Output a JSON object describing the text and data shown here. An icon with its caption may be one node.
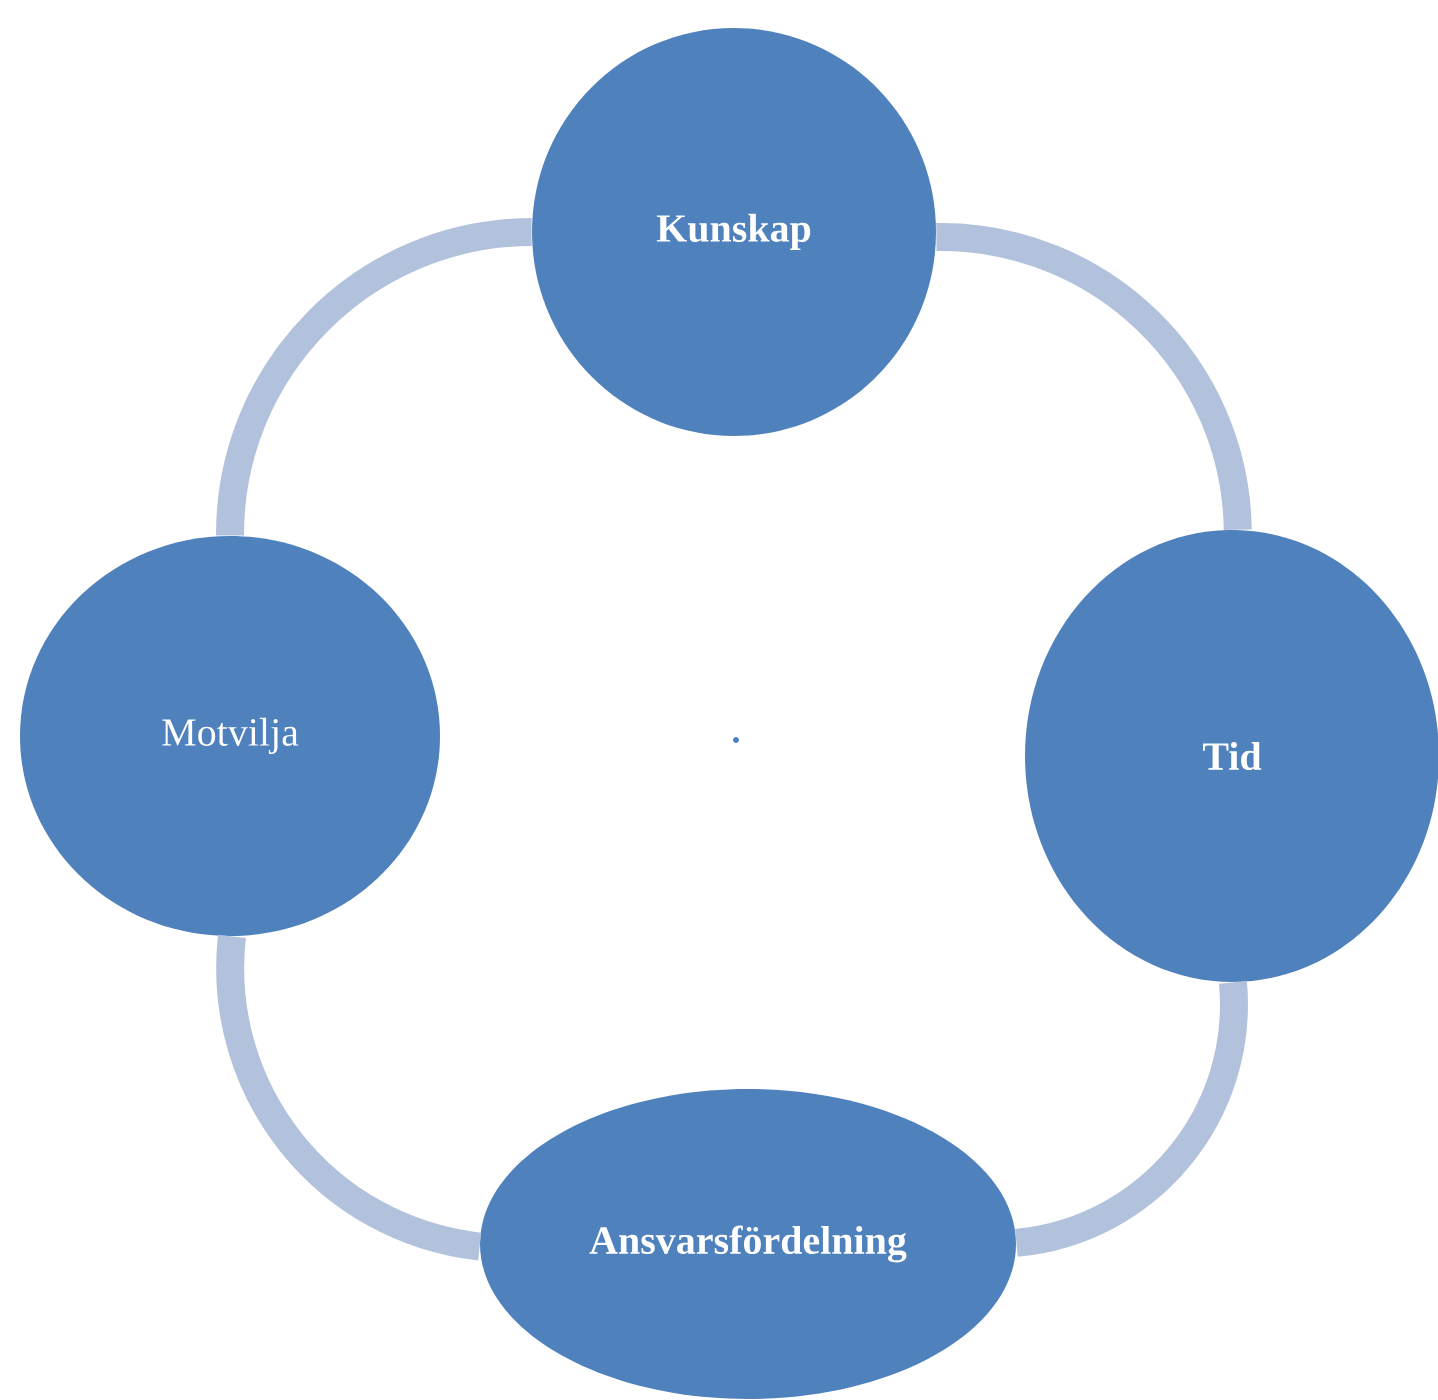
{
  "diagram": {
    "nodes": [
      {
        "text": [
          "Kunskap"
        ]
      },
      {
        "text": [
          "Tid"
        ]
      },
      {
        "text": [
          "Ansvarsfördelning"
        ]
      },
      {
        "text": [
          "Motvilja"
        ]
      }
    ],
    "edges": [
      {
        "from": 0,
        "to": 1,
        "arrow": "none"
      },
      {
        "from": 1,
        "to": 2,
        "arrow": "none"
      },
      {
        "from": 2,
        "to": 3,
        "arrow": "none"
      },
      {
        "from": 3,
        "to": 0,
        "arrow": "none"
      }
    ]
  }
}
